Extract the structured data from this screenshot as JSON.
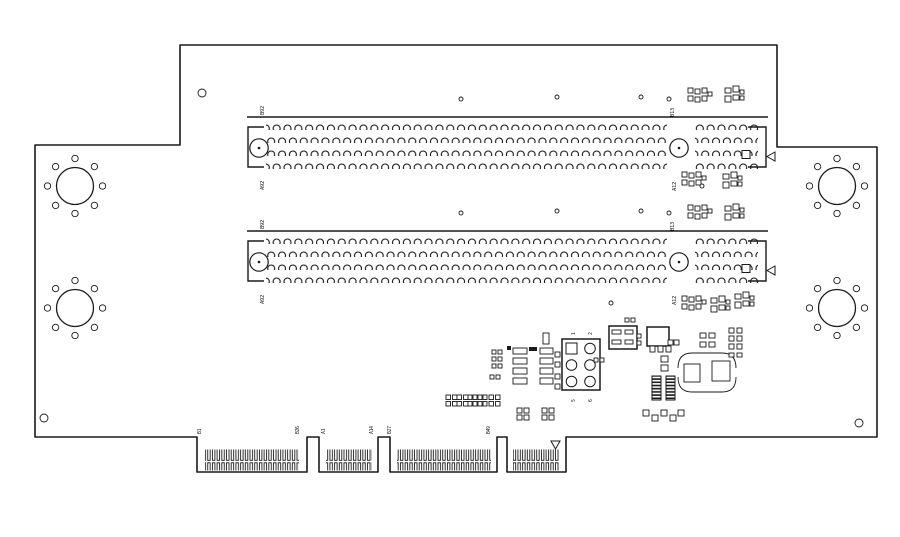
{
  "drawing": {
    "type": "pcb-assembly-drawing",
    "colors": {
      "background": "#ffffff",
      "line": "#1a1a1a"
    },
    "slot_labels": {
      "top_left": "B92",
      "bottom_left": "A92",
      "key_top": "B13",
      "key_bottom": "A12"
    },
    "power_connector": {
      "pin1": "1",
      "pin2": "2",
      "pin5": "5",
      "pin6": "6"
    },
    "edge_connector_labels": [
      "B1",
      "B26",
      "A1",
      "A14",
      "B27",
      "B49"
    ],
    "markers": {
      "slot_pin1_marker": "left-triangle",
      "edge_pin1_marker": "down-triangle"
    }
  }
}
